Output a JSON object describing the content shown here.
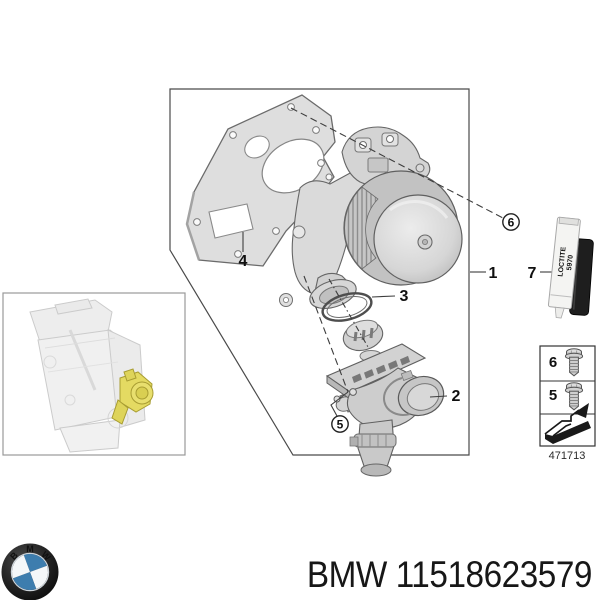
{
  "footer": {
    "brand": "BMW",
    "part_number": "11518623579"
  },
  "logo": {
    "letters": [
      "B",
      "M",
      "W"
    ]
  },
  "colors": {
    "highlight_yellow": "#e4da62",
    "bmw_blue": "#3d7dae",
    "diagram_line": "#4a4a4a"
  },
  "diagram": {
    "callouts": {
      "n1": "1",
      "n2": "2",
      "n3": "3",
      "n4": "4",
      "n5": "5",
      "n6": "6",
      "n7": "7"
    },
    "hardware_table": {
      "rows": [
        {
          "label": "6",
          "icon": "flange-bolt-icon"
        },
        {
          "label": "5",
          "icon": "flange-bolt-icon"
        }
      ],
      "seal_row_icon": "profile-gasket-icon",
      "ref_number": "471713"
    },
    "sealant": {
      "brand": "LOCTITE",
      "product_code": "5970"
    }
  }
}
